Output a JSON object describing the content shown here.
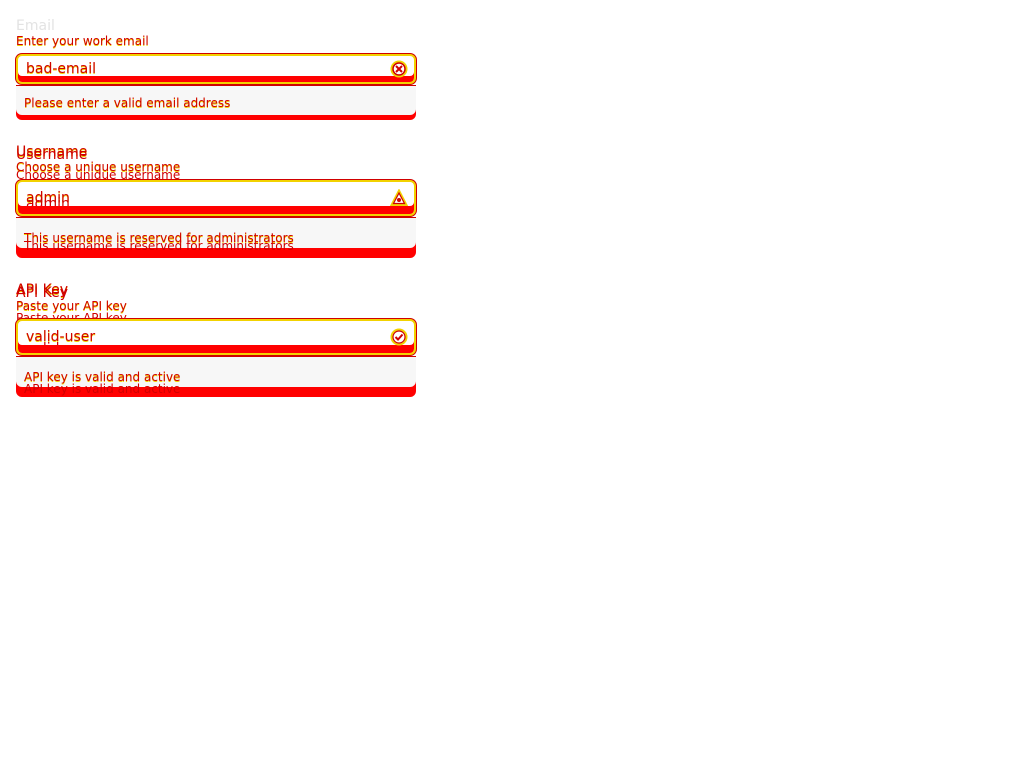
{
  "fields": [
    {
      "label": "Email",
      "hint": "Enter your work email",
      "value": "bad-email",
      "status_icon": "error-x-icon",
      "message": "Please enter a valid email address"
    },
    {
      "label": "Username",
      "hint": "Choose a unique username",
      "value": "admin",
      "status_icon": "warning-triangle-icon",
      "message": "This username is reserved for administrators"
    },
    {
      "label": "API Key",
      "hint": "Paste your API key",
      "value": "valid-user",
      "status_icon": "success-check-icon",
      "message": "API key is valid and active"
    }
  ],
  "colors": {
    "error": "#d00000",
    "accent": "#f2d200",
    "band": "#ff0000",
    "muted": "#e3e3e3"
  }
}
